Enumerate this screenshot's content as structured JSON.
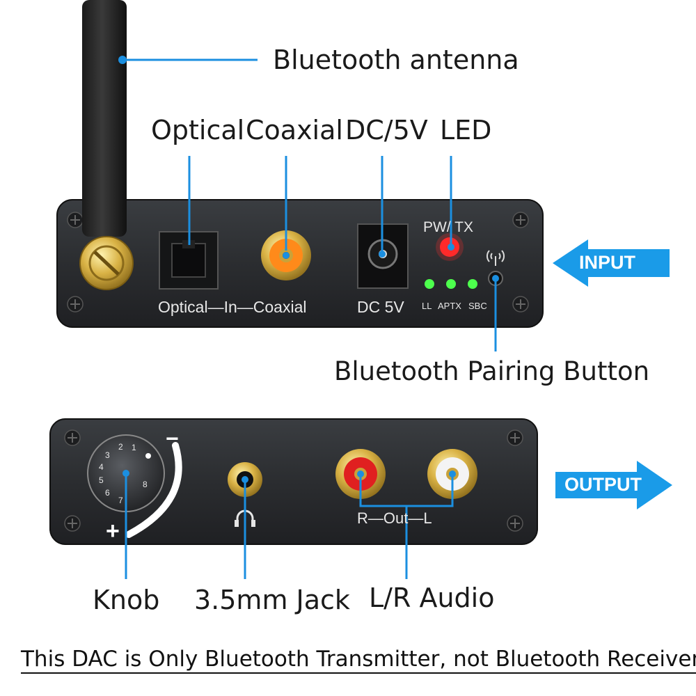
{
  "callouts": {
    "antenna": "Bluetooth antenna",
    "optical": "Optical",
    "coaxial": "Coaxial",
    "dc": "DC/5V",
    "led": "LED",
    "pairing": "Bluetooth Pairing Button",
    "knob": "Knob",
    "jack": "3.5mm Jack",
    "lr_audio": "L/R Audio"
  },
  "front_panel": {
    "input_label": "Optical—In—Coaxial",
    "dc_label": "DC 5V",
    "pw_tx": "PW/ TX",
    "led_labels": [
      "LL",
      "APTX",
      "SBC"
    ]
  },
  "back_panel": {
    "out_label": "R—Out—L",
    "knob_numbers": [
      "1",
      "2",
      "3",
      "4",
      "5",
      "6",
      "7",
      "8"
    ],
    "minus": "−",
    "plus": "+"
  },
  "arrows": {
    "input": "INPUT",
    "output": "OUTPUT"
  },
  "colors": {
    "panel": "#2b2d30",
    "callout_line": "#1b8fe0",
    "arrow": "#1a9be8",
    "led_red": "#ff2a2a",
    "led_green": "#4dff4d",
    "gold": "#c9a23a"
  },
  "footer": "This DAC is Only Bluetooth Transmitter, not Bluetooth Receiver"
}
